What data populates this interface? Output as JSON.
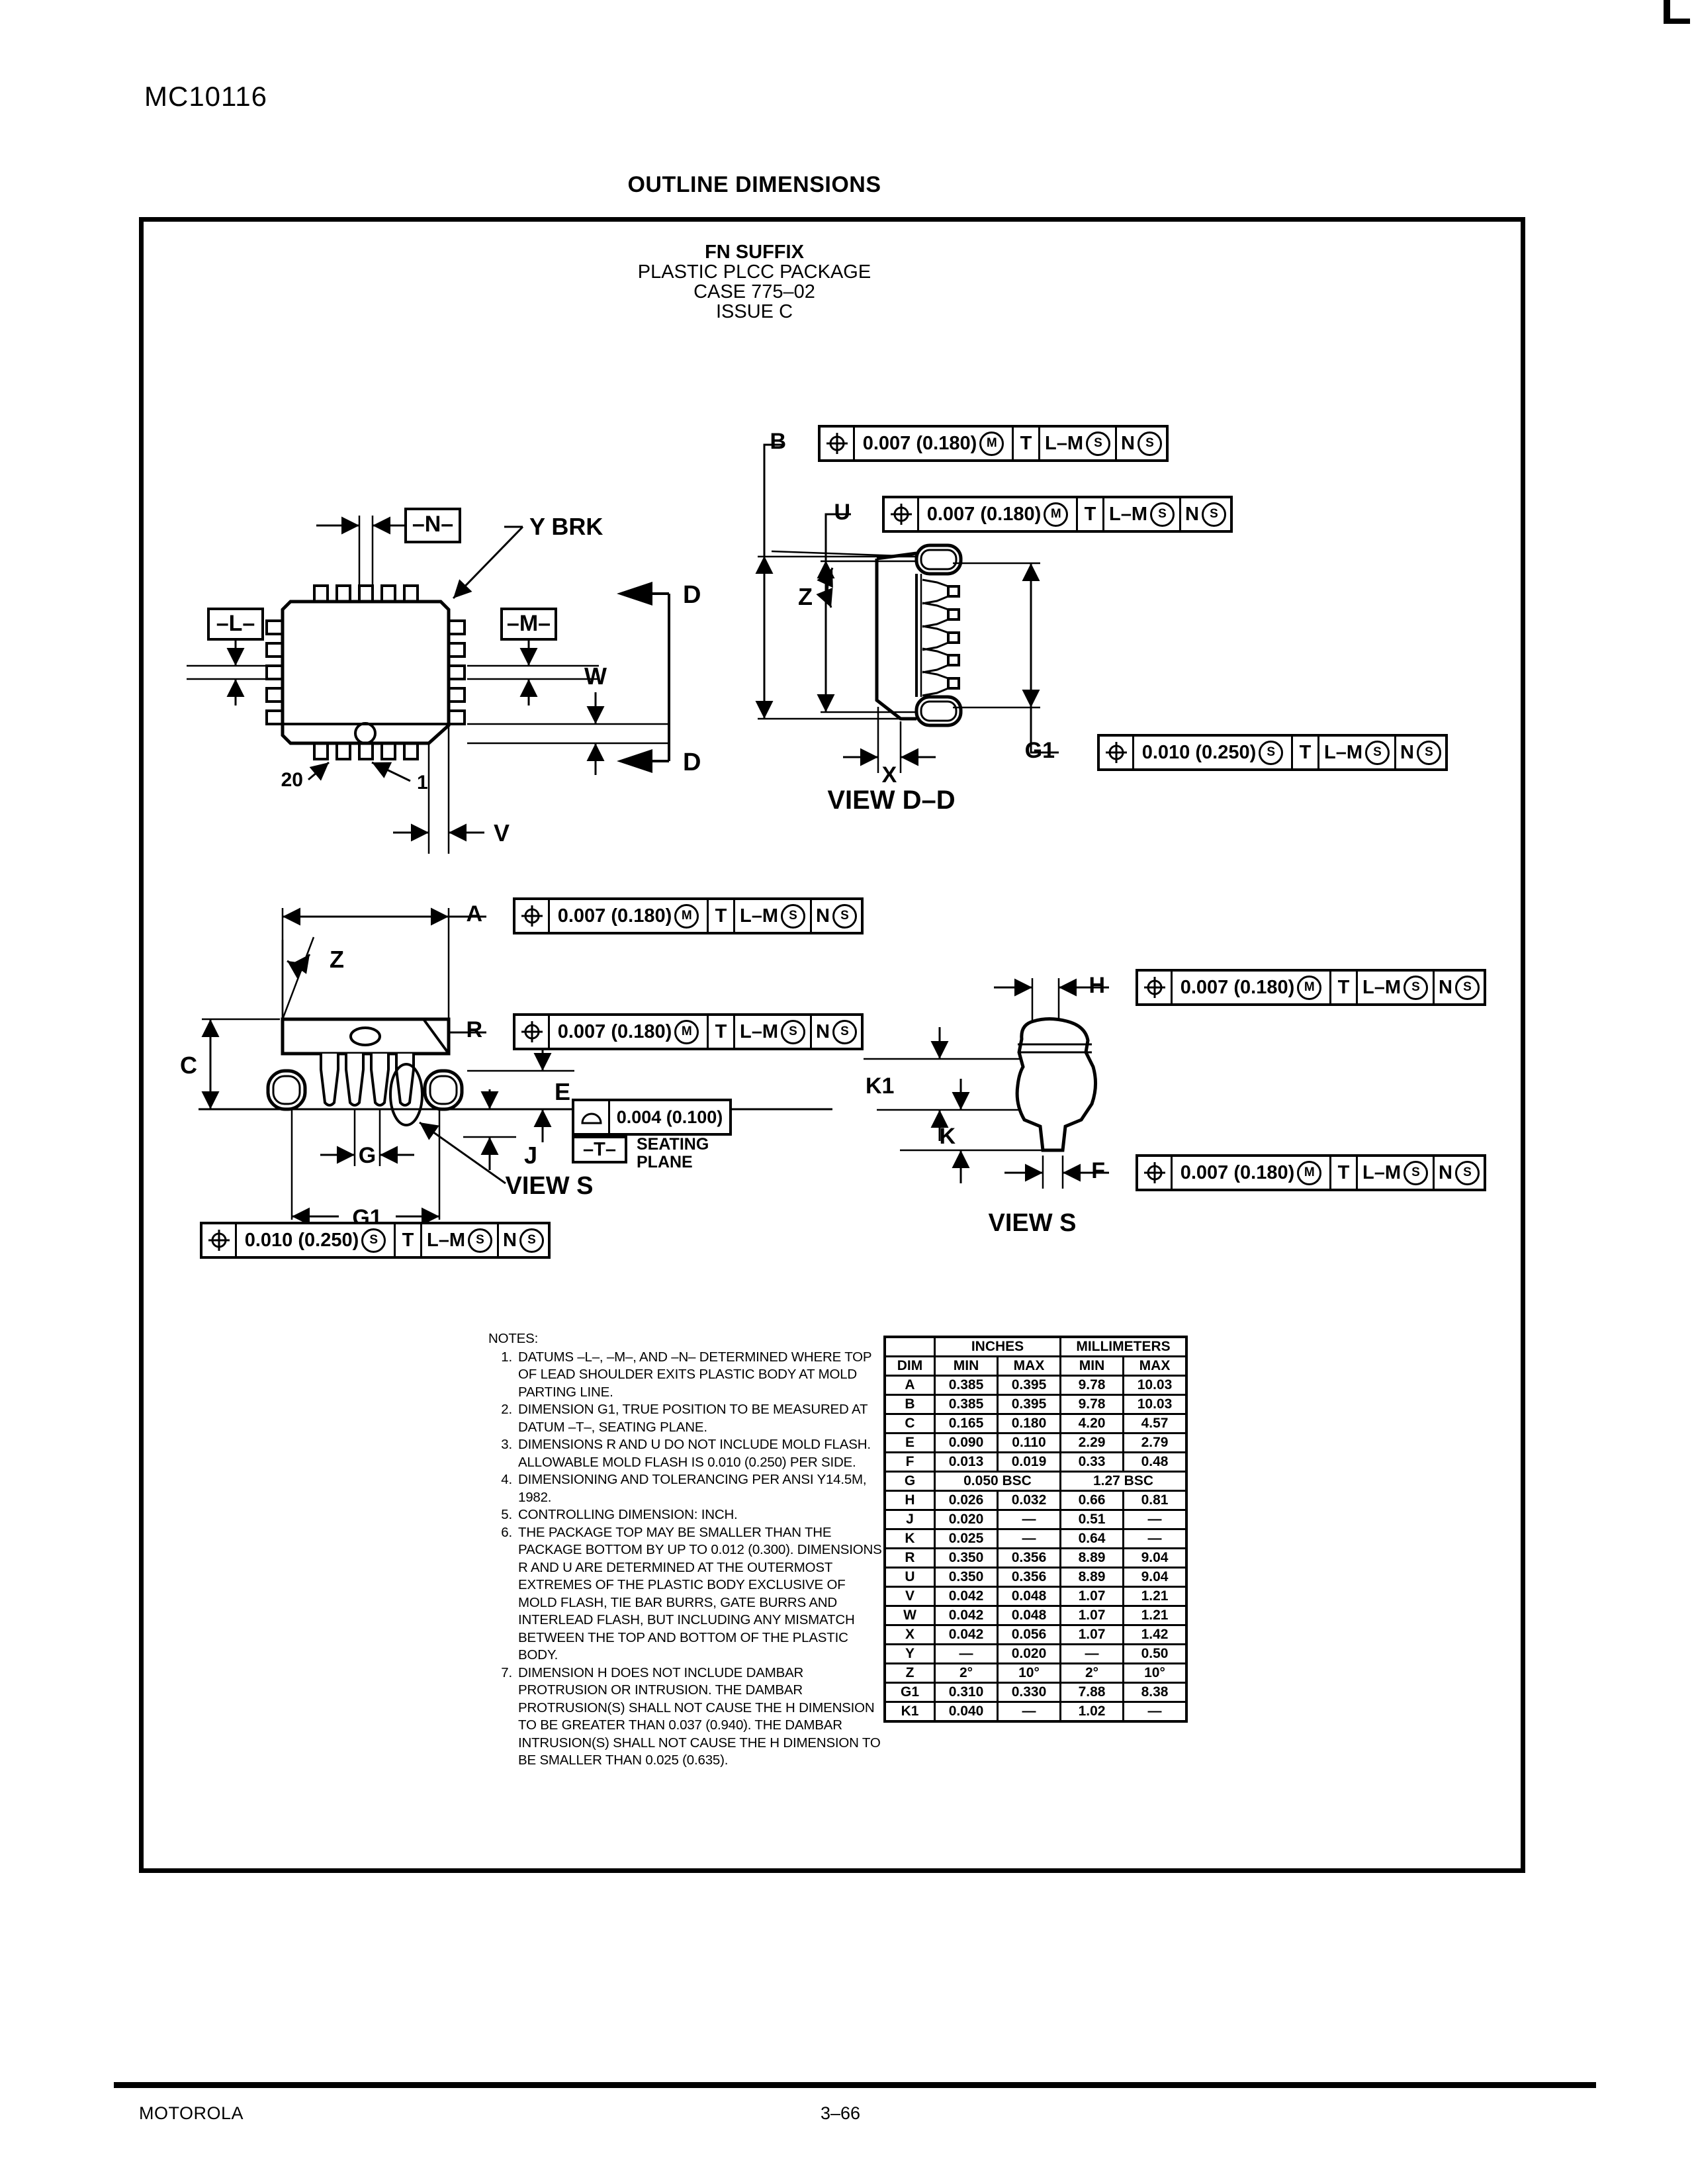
{
  "page": {
    "part_number": "MC10116",
    "section_title": "OUTLINE DIMENSIONS",
    "footer_left": "MOTOROLA",
    "footer_page": "3–66"
  },
  "package_block": {
    "line1": "FN SUFFIX",
    "line2": "PLASTIC PLCC PACKAGE",
    "line3": "CASE 775–02",
    "line4": "ISSUE C"
  },
  "frames": [
    {
      "label": "B",
      "value": "0.007 (0.180)",
      "value_mod": "M",
      "ref": "T",
      "datum": "L–M",
      "datum_mod": "S",
      "zone": "N",
      "zone_mod": "S"
    },
    {
      "label": "U",
      "value": "0.007 (0.180)",
      "value_mod": "M",
      "ref": "T",
      "datum": "L–M",
      "datum_mod": "S",
      "zone": "N",
      "zone_mod": "S"
    },
    {
      "label": "G1",
      "value": "0.010 (0.250)",
      "value_mod": "S",
      "ref": "T",
      "datum": "L–M",
      "datum_mod": "S",
      "zone": "N",
      "zone_mod": "S"
    },
    {
      "label": "A",
      "value": "0.007 (0.180)",
      "value_mod": "M",
      "ref": "T",
      "datum": "L–M",
      "datum_mod": "S",
      "zone": "N",
      "zone_mod": "S"
    },
    {
      "label": "R",
      "value": "0.007 (0.180)",
      "value_mod": "M",
      "ref": "T",
      "datum": "L–M",
      "datum_mod": "S",
      "zone": "N",
      "zone_mod": "S"
    },
    {
      "label": "H",
      "value": "0.007 (0.180)",
      "value_mod": "M",
      "ref": "T",
      "datum": "L–M",
      "datum_mod": "S",
      "zone": "N",
      "zone_mod": "S"
    },
    {
      "label": "F",
      "value": "0.007 (0.180)",
      "value_mod": "M",
      "ref": "T",
      "datum": "L–M",
      "datum_mod": "S",
      "zone": "N",
      "zone_mod": "S"
    },
    {
      "label": "",
      "value": "0.010 (0.250)",
      "value_mod": "S",
      "ref": "T",
      "datum": "L–M",
      "datum_mod": "S",
      "zone": "N",
      "zone_mod": "S"
    }
  ],
  "seating_frame": {
    "value": "0.004 (0.100)"
  },
  "datums": {
    "t": "–T–",
    "n": "–N–",
    "l": "–L–",
    "m": "–M–",
    "seating_line1": "SEATING",
    "seating_line2": "PLANE"
  },
  "labels": {
    "y_brk": "Y BRK",
    "d": "D",
    "w": "W",
    "v": "V",
    "x": "X",
    "z": "Z",
    "c": "C",
    "e": "E",
    "g": "G",
    "j": "J",
    "g1": "G1",
    "k": "K",
    "k1": "K1",
    "pin20": "20",
    "pin1": "1",
    "view_dd": "VIEW D–D",
    "view_s": "VIEW S"
  },
  "notes": {
    "heading": "NOTES:",
    "items": [
      {
        "num": "1.",
        "text": "DATUMS –L–, –M–, AND –N– DETERMINED WHERE TOP OF LEAD SHOULDER EXITS PLASTIC BODY AT MOLD PARTING LINE."
      },
      {
        "num": "2.",
        "text": "DIMENSION G1, TRUE POSITION TO BE MEASURED AT DATUM –T–, SEATING PLANE."
      },
      {
        "num": "3.",
        "text": "DIMENSIONS R AND U DO NOT INCLUDE MOLD FLASH.  ALLOWABLE MOLD FLASH IS 0.010 (0.250) PER SIDE."
      },
      {
        "num": "4.",
        "text": "DIMENSIONING AND TOLERANCING PER ANSI Y14.5M, 1982."
      },
      {
        "num": "5.",
        "text": "CONTROLLING DIMENSION: INCH."
      },
      {
        "num": "6.",
        "text": "THE PACKAGE TOP MAY BE SMALLER THAN THE PACKAGE BOTTOM BY UP TO 0.012 (0.300).  DIMENSIONS R AND U ARE DETERMINED AT THE OUTERMOST EXTREMES OF THE PLASTIC BODY EXCLUSIVE OF MOLD FLASH,  TIE BAR BURRS, GATE BURRS AND INTERLEAD FLASH, BUT INCLUDING ANY MISMATCH BETWEEN THE TOP AND BOTTOM OF THE PLASTIC BODY."
      },
      {
        "num": "7.",
        "text": "DIMENSION H DOES NOT INCLUDE DAMBAR PROTRUSION OR INTRUSION.  THE DAMBAR PROTRUSION(S) SHALL NOT CAUSE THE H DIMENSION TO BE GREATER THAN 0.037 (0.940).  THE DAMBAR INTRUSION(S) SHALL NOT CAUSE THE H DIMENSION TO BE SMALLER THAN 0.025 (0.635)."
      }
    ]
  },
  "table": {
    "group_inches": "INCHES",
    "group_mm": "MILLIMETERS",
    "col_dim": "DIM",
    "col_min": "MIN",
    "col_max": "MAX",
    "rows": [
      {
        "dim": "A",
        "in_min": "0.385",
        "in_max": "0.395",
        "mm_min": "9.78",
        "mm_max": "10.03"
      },
      {
        "dim": "B",
        "in_min": "0.385",
        "in_max": "0.395",
        "mm_min": "9.78",
        "mm_max": "10.03"
      },
      {
        "dim": "C",
        "in_min": "0.165",
        "in_max": "0.180",
        "mm_min": "4.20",
        "mm_max": "4.57"
      },
      {
        "dim": "E",
        "in_min": "0.090",
        "in_max": "0.110",
        "mm_min": "2.29",
        "mm_max": "2.79"
      },
      {
        "dim": "F",
        "in_min": "0.013",
        "in_max": "0.019",
        "mm_min": "0.33",
        "mm_max": "0.48"
      },
      {
        "dim": "G",
        "in_min": "0.050 BSC",
        "in_max": "",
        "mm_min": "1.27 BSC",
        "mm_max": ""
      },
      {
        "dim": "H",
        "in_min": "0.026",
        "in_max": "0.032",
        "mm_min": "0.66",
        "mm_max": "0.81"
      },
      {
        "dim": "J",
        "in_min": "0.020",
        "in_max": "—",
        "mm_min": "0.51",
        "mm_max": "—"
      },
      {
        "dim": "K",
        "in_min": "0.025",
        "in_max": "—",
        "mm_min": "0.64",
        "mm_max": "—"
      },
      {
        "dim": "R",
        "in_min": "0.350",
        "in_max": "0.356",
        "mm_min": "8.89",
        "mm_max": "9.04"
      },
      {
        "dim": "U",
        "in_min": "0.350",
        "in_max": "0.356",
        "mm_min": "8.89",
        "mm_max": "9.04"
      },
      {
        "dim": "V",
        "in_min": "0.042",
        "in_max": "0.048",
        "mm_min": "1.07",
        "mm_max": "1.21"
      },
      {
        "dim": "W",
        "in_min": "0.042",
        "in_max": "0.048",
        "mm_min": "1.07",
        "mm_max": "1.21"
      },
      {
        "dim": "X",
        "in_min": "0.042",
        "in_max": "0.056",
        "mm_min": "1.07",
        "mm_max": "1.42"
      },
      {
        "dim": "Y",
        "in_min": "—",
        "in_max": "0.020",
        "mm_min": "—",
        "mm_max": "0.50"
      },
      {
        "dim": "Z",
        "in_min": "2°",
        "in_max": "10°",
        "mm_min": "2°",
        "mm_max": "10°"
      },
      {
        "dim": "G1",
        "in_min": "0.310",
        "in_max": "0.330",
        "mm_min": "7.88",
        "mm_max": "8.38"
      },
      {
        "dim": "K1",
        "in_min": "0.040",
        "in_max": "—",
        "mm_min": "1.02",
        "mm_max": "—"
      }
    ]
  }
}
